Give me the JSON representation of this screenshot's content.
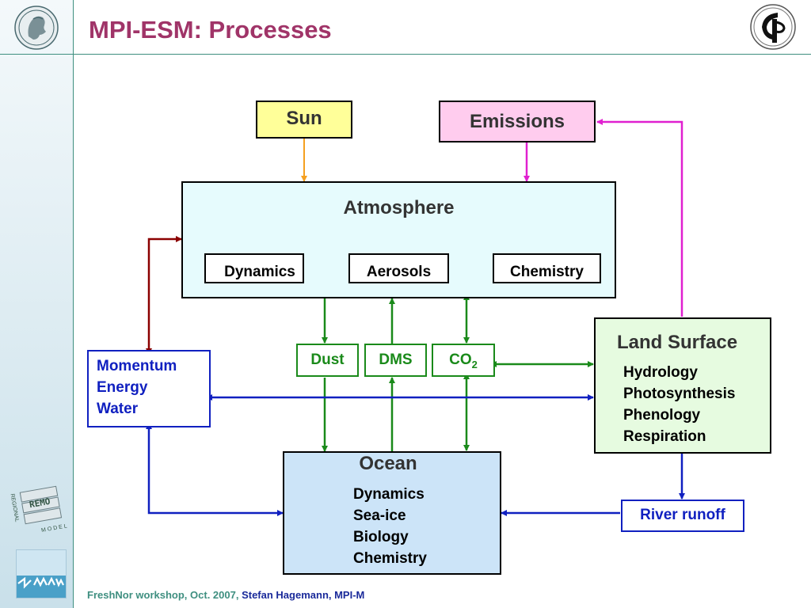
{
  "slide": {
    "title": "MPI-ESM: Processes",
    "footer_event": "FreshNor workshop, Oct. 2007,",
    "footer_author": "Stefan Hagemann, MPI-M"
  },
  "logos": {
    "left_logo": "Max Planck Society Minerva emblem",
    "right_logo": "Max Planck Institute for Meteorology emblem",
    "remo_logo": {
      "text_top": "REMO",
      "text_side": "REGIONAL",
      "text_bottom": "MODEL"
    },
    "zmaw_logo": "ZMAW"
  },
  "diagram": {
    "sun": "Sun",
    "emissions": "Emissions",
    "atmosphere": {
      "title": "Atmosphere",
      "components": [
        "Dynamics",
        "Aerosols",
        "Chemistry"
      ]
    },
    "tracers": {
      "dust": "Dust",
      "dms": "DMS",
      "co2_base": "CO",
      "co2_sub": "2"
    },
    "exchange": [
      "Momentum",
      "Energy",
      "Water"
    ],
    "land_surface": {
      "title": "Land Surface",
      "processes": [
        "Hydrology",
        "Photosynthesis",
        "Phenology",
        "Respiration"
      ]
    },
    "ocean": {
      "title": "Ocean",
      "processes": [
        "Dynamics",
        "Sea-ice",
        "Biology",
        "Chemistry"
      ]
    },
    "river_runoff": "River runoff"
  },
  "colors": {
    "title": "#a03468",
    "sun_fill": "#ffff99",
    "emissions_fill": "#ffccee",
    "atmosphere_fill": "#e6fbfd",
    "land_fill": "#e6fbe0",
    "ocean_fill": "#cce4f8",
    "arrow_orange": "#f5a020",
    "arrow_magenta": "#e020d0",
    "arrow_darkred": "#8b0000",
    "arrow_green": "#1a8a1a",
    "arrow_blue": "#1020c0"
  }
}
